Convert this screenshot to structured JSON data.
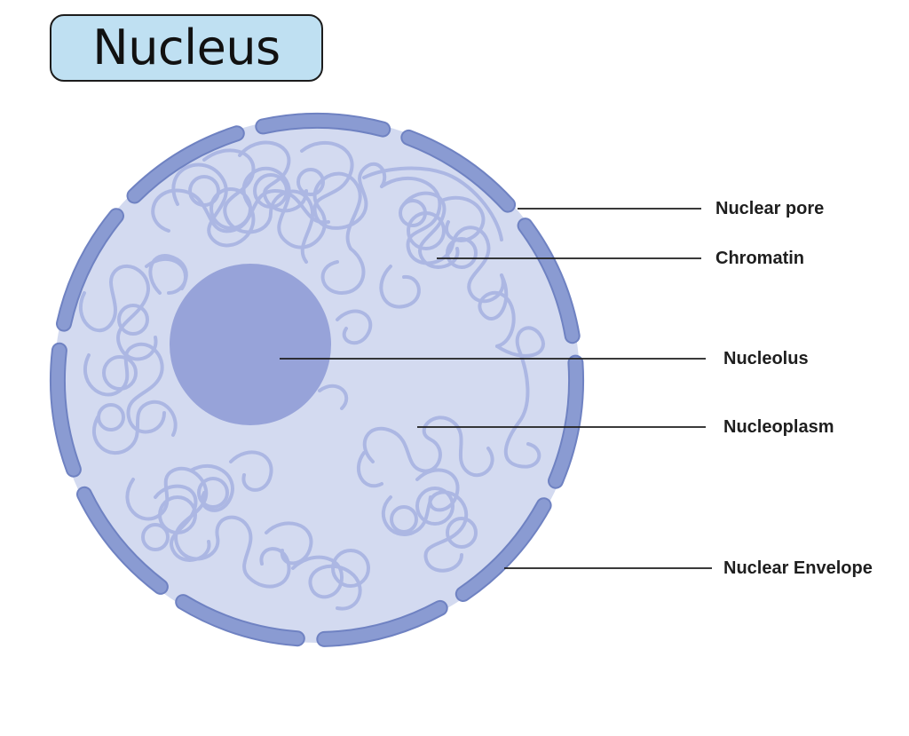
{
  "title": "Nucleus",
  "labels": {
    "nuclear_pore": "Nuclear pore",
    "chromatin": "Chromatin",
    "nucleolus": "Nucleolus",
    "nucleoplasm": "Nucleoplasm",
    "nuclear_envelope": "Nuclear Envelope"
  },
  "colors": {
    "title_fill": "#bfe0f2",
    "nucleoplasm_fill": "#d3daf0",
    "envelope": "#8a9bd2",
    "envelope_stroke": "#6f82c2",
    "chromatin": "#aab6e3",
    "nucleolus": "#97a3d9",
    "leader_line": "#1e1e1e"
  }
}
